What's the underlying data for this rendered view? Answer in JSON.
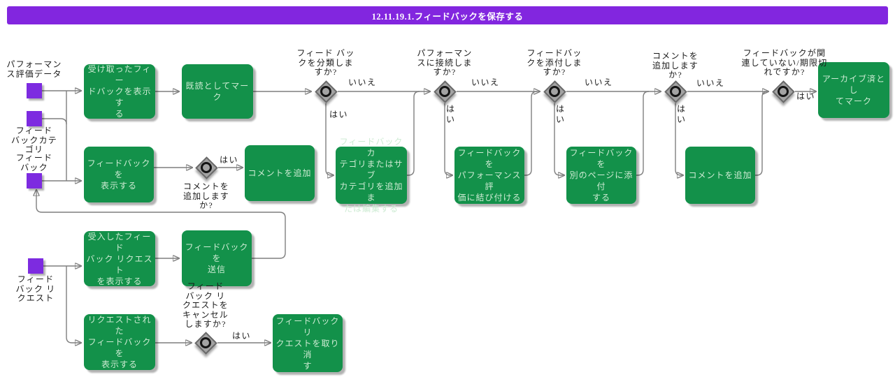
{
  "title": "12.11.19.1.フィードバックを保存する",
  "colors": {
    "title_bar": "#8226DF",
    "data_object": "#7D2BE0",
    "task": "#13914A",
    "task_text": "#CDEBD3",
    "connector": "#7F7F7F",
    "gateway": "#A3A3A3"
  },
  "data_objects": [
    {
      "label": "パフォーマン\nス評価データ"
    },
    {
      "label": "フィード\nバックカテ\nゴリ"
    },
    {
      "label": "フィード\nバック"
    },
    {
      "label": "フィード\nバック リ\nクエスト"
    }
  ],
  "tasks": [
    {
      "label": "受け取ったフィー\nドバックを表示す\nる"
    },
    {
      "label": "既読としてマーク"
    },
    {
      "label": "フィードバックを\n表示する"
    },
    {
      "label": "コメントを追加"
    },
    {
      "label": "フィードバック カ\nテゴリまたはサブ\nカテゴリを追加ま\nたは編集する"
    },
    {
      "label": "フィードバックを\nパフォーマンス評\n価に結び付ける"
    },
    {
      "label": "フィードバックを\n別のページに添付\nする"
    },
    {
      "label": "コメントを追加"
    },
    {
      "label": "アーカイブ済とし\nてマーク"
    },
    {
      "label": "受入したフィード\nバック リクエスト\nを表示する"
    },
    {
      "label": "フィードバックを\n送信"
    },
    {
      "label": "リクエストされた\nフィードバックを\n表示する"
    },
    {
      "label": "フィードバック リ\nクエストを取り消\nす"
    }
  ],
  "gateways": [
    {
      "label": "フィード バッ\nクを分類しま\nすか?"
    },
    {
      "label": "パフォーマン\nスに接続しま\nすか?"
    },
    {
      "label": "フィードバッ\nクを添付しま\nすか?"
    },
    {
      "label": "コメントを\n追加します\nか?"
    },
    {
      "label": "フィードバックが関\n連していない/期限切\nれですか?"
    },
    {
      "label": "コメントを\n追加します\nか?"
    },
    {
      "label": "フィード\nバック リ\nクエストを\nキャンセル\nしますか?"
    }
  ],
  "edge_labels": {
    "yes": "はい",
    "no": "いいえ",
    "yes_stacked": "は\nい"
  }
}
